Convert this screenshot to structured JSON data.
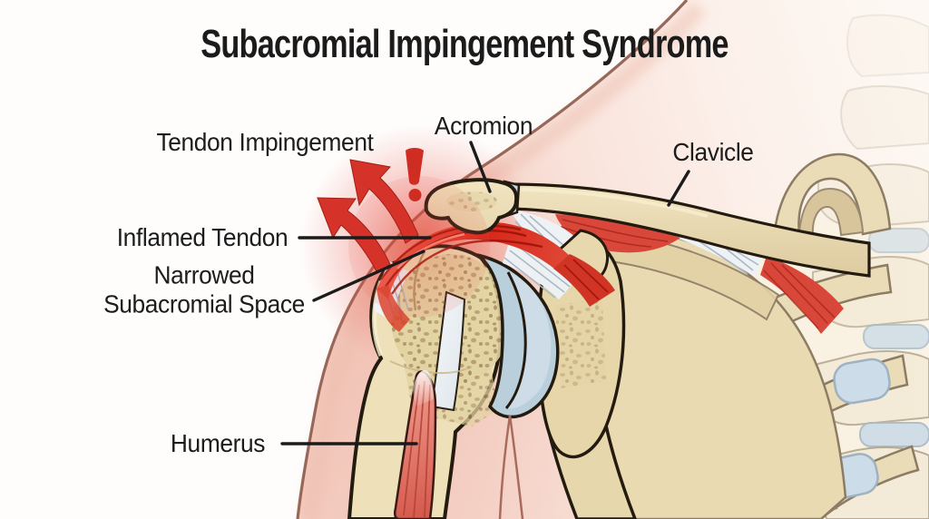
{
  "title": {
    "text": "Subacromial Impingement Syndrome"
  },
  "labels": {
    "tendon_impingement": {
      "text": "Tendon Impingement"
    },
    "acromion": {
      "text": "Acromion"
    },
    "clavicle": {
      "text": "Clavicle"
    },
    "inflamed_tendon": {
      "text": "Inflamed Tendon"
    },
    "narrowed_subacromial_space": {
      "text": "Narrowed\nSubacromial Space"
    },
    "humerus": {
      "text": "Humerus"
    }
  },
  "icons": {
    "warning_exclamation": "!"
  },
  "colors": {
    "label_text": "#1c1c1c",
    "alert_red": "#d5332a",
    "inflamed_red": "#d8261a",
    "bone": "#ecdfb8",
    "bone_outline": "#241b10",
    "cartilage_blue": "#bacfdc",
    "muscle_red": "#e0766c",
    "skin_pink": "#f6d5cb",
    "fiber_white": "#eff3f6"
  }
}
